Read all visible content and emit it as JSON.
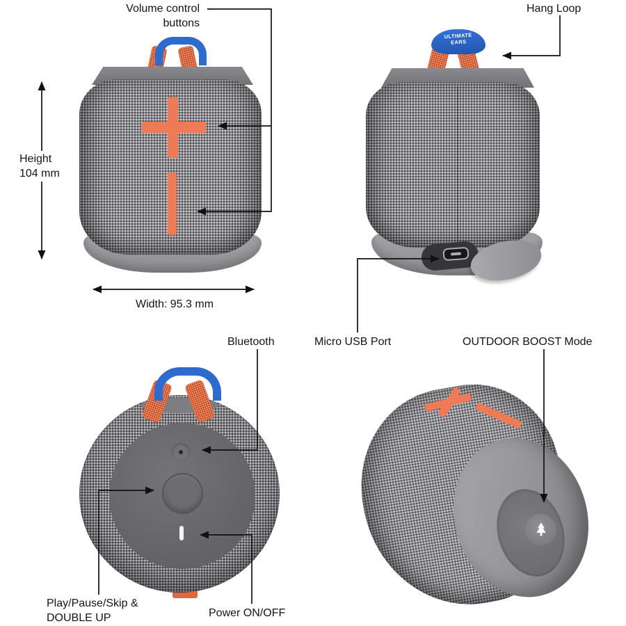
{
  "callouts": {
    "volume_control": "Volume control\nbuttons",
    "hang_loop": "Hang Loop",
    "height": "Height\n104 mm",
    "width": "Width: 95.3 mm",
    "bluetooth": "Bluetooth",
    "micro_usb": "Micro USB Port",
    "outdoor_boost": "OUTDOOR BOOST Mode",
    "play_pause": "Play/Pause/Skip &\nDOUBLE UP",
    "power": "Power ON/OFF"
  },
  "dimensions": {
    "height": "104 mm",
    "width": "95.3 mm"
  },
  "strap_text": "ULTIMATE\nEARS",
  "colors": {
    "accent_orange": "#EE7B55",
    "loop_orange": "#E2673B",
    "loop_blue": "#2E6BCF",
    "fabric_gray": "#8D8D91",
    "cap_gray": "#7E7E82",
    "bumper_gray": "#9C9CA0",
    "top_panel_gray": "#6A6A6E",
    "callout_line": "#111111"
  }
}
